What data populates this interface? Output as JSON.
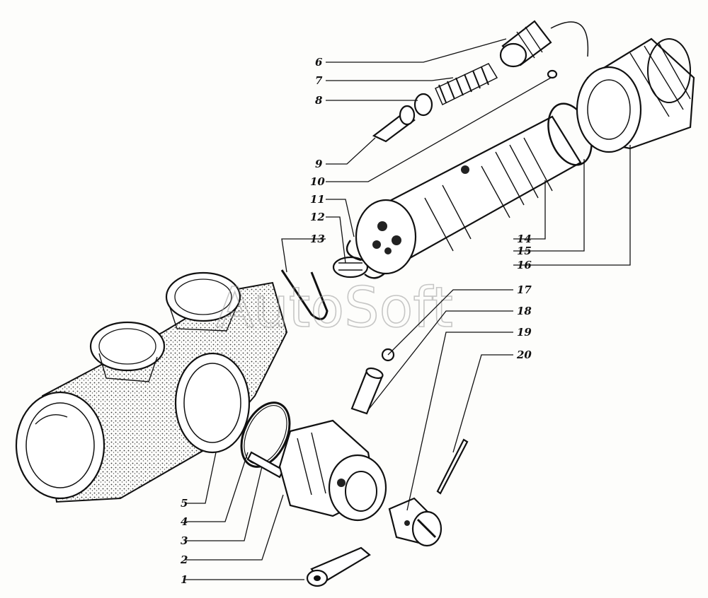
{
  "watermark": "AutoSoft",
  "callouts": [
    "1",
    "2",
    "3",
    "4",
    "5",
    "6",
    "7",
    "8",
    "9",
    "10",
    "11",
    "12",
    "13",
    "14",
    "15",
    "16",
    "17",
    "18",
    "19",
    "20"
  ]
}
